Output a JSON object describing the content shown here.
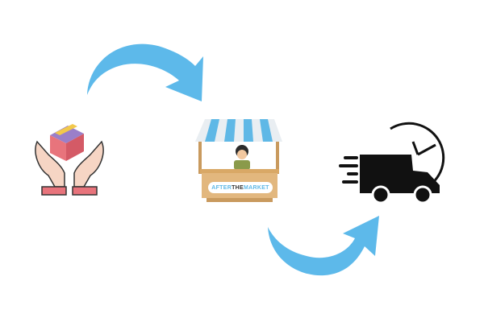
{
  "sign": {
    "part1": "AFTER",
    "part2": "THE",
    "part3": "MARKET"
  },
  "colors": {
    "arrow": "#5db9ea",
    "awning_blue": "#5fb8e6",
    "wood": "#e2b77e",
    "box": "#e8747c",
    "truck": "#111111"
  }
}
